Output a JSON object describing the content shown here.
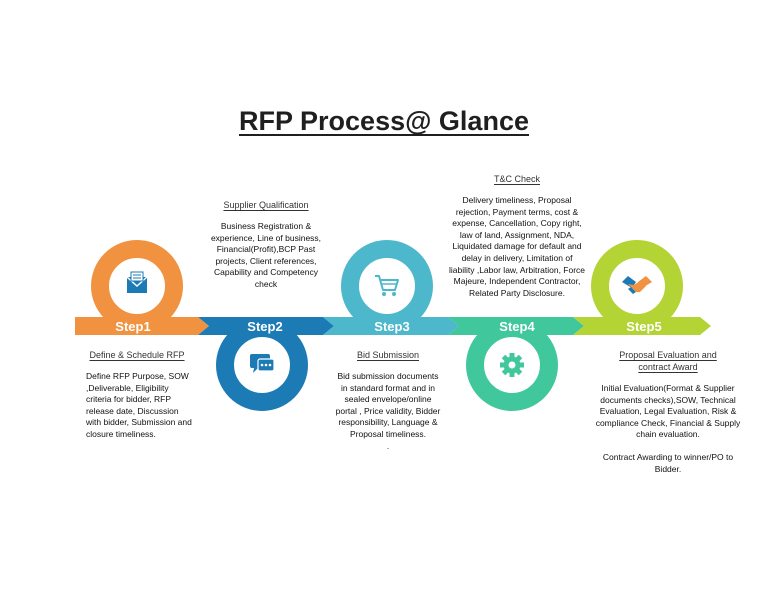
{
  "title": "RFP Process@ Glance",
  "colors": {
    "step1": "#F0923F",
    "step2": "#1C7BB5",
    "step3": "#4DB8CB",
    "step4": "#41C79C",
    "step5": "#B4D335"
  },
  "steps": [
    {
      "label": "Step1",
      "icon": "mail-icon",
      "heading": "Define & Schedule RFP",
      "text": "Define RFP Purpose, SOW ,Deliverable, Eligibility criteria for bidder, RFP release date, Discussion with bidder, Submission and closure timeliness."
    },
    {
      "label": "Step2",
      "icon": "chat-icon",
      "heading": "Supplier Qualification",
      "text": "Business Registration & experience, Line of business, Financial(Profit),BCP Past projects, Client references, Capability and Competency check"
    },
    {
      "label": "Step3",
      "icon": "cart-icon",
      "heading": "Bid Submission",
      "text": "Bid submission documents in standard format and in sealed envelope/online portal , Price validity, Bidder responsibility, Language & Proposal timeliness.",
      "extra": "."
    },
    {
      "label": "Step4",
      "icon": "gear-icon",
      "heading": "T&C Check",
      "text": "Delivery timeliness, Proposal rejection, Payment terms, cost & expense, Cancellation, Copy right, law of land, Assignment, NDA, Liquidated damage for default and delay in delivery, Limitation of liability ,Labor law, Arbitration, Force Majeure, Independent Contractor, Related Party Disclosure."
    },
    {
      "label": "Step5",
      "icon": "handshake-icon",
      "heading": "Proposal Evaluation and contract Award",
      "text": "Initial Evaluation(Format & Supplier documents checks),SOW, Technical Evaluation, Legal Evaluation, Risk & compliance Check, Financial & Supply chain evaluation.",
      "text2": "Contract Awarding to winner/PO to Bidder."
    }
  ]
}
